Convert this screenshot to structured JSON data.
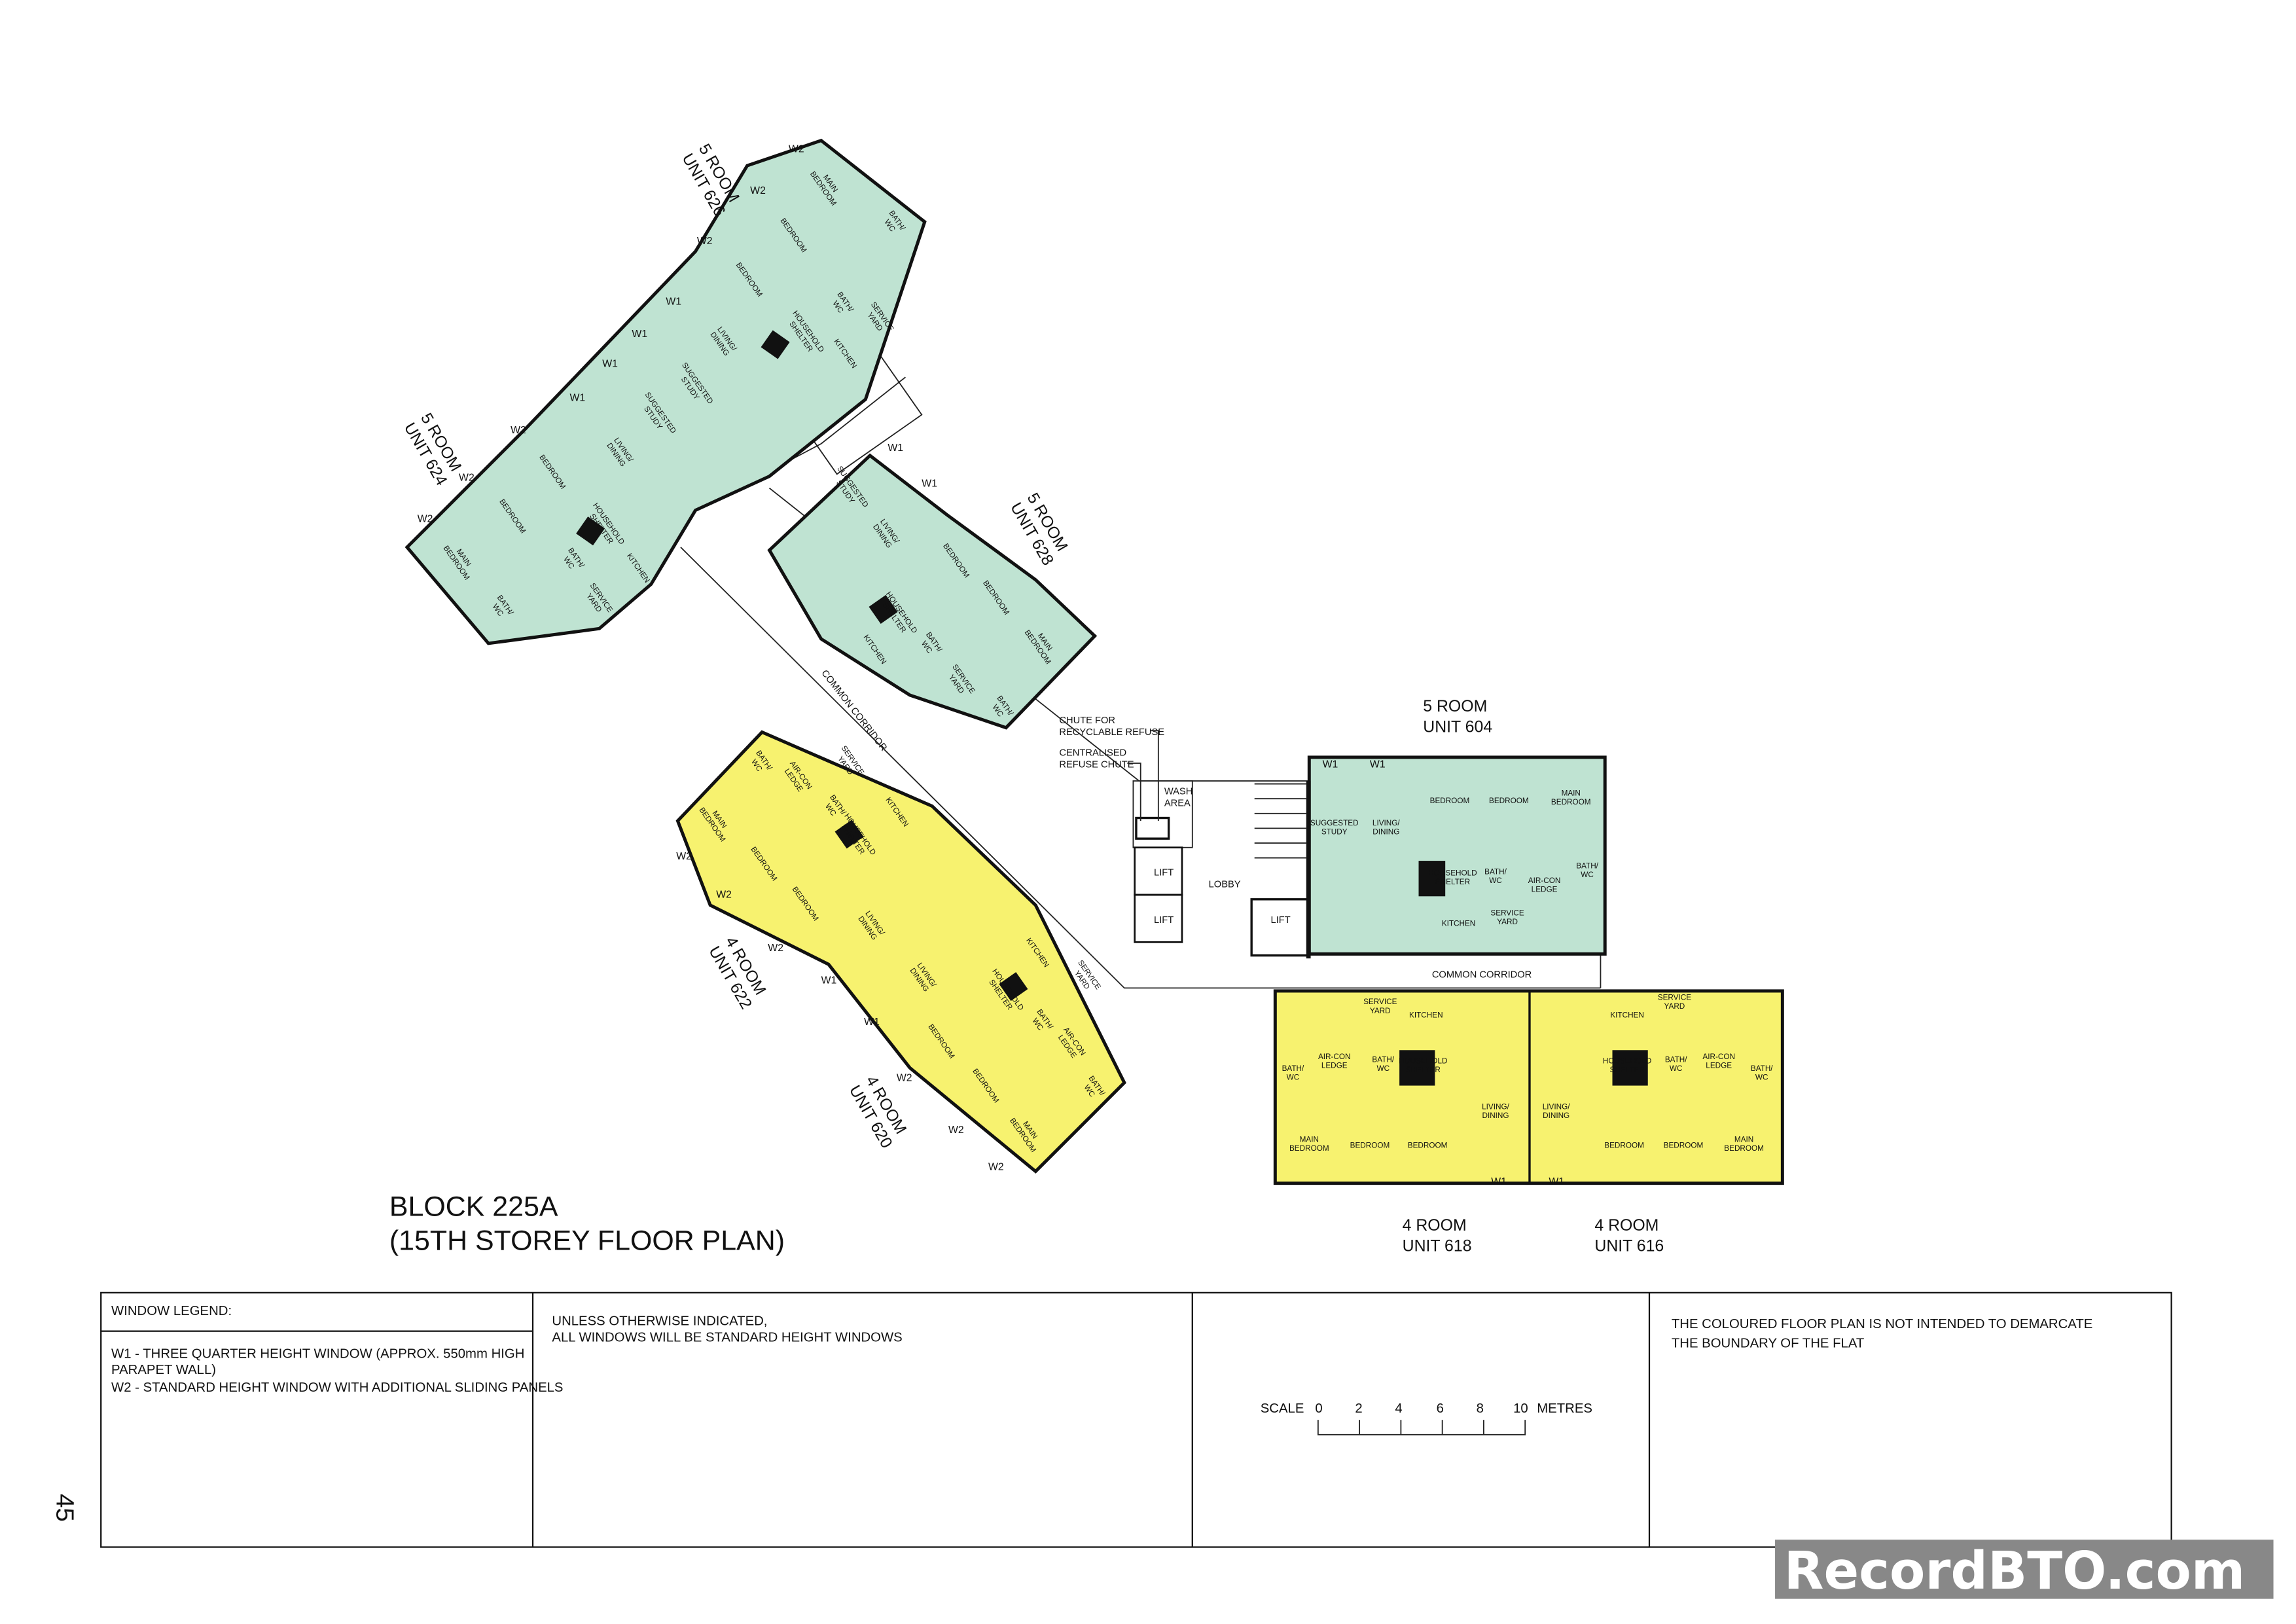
{
  "title": {
    "line1": "BLOCK 225A",
    "line2": "(15TH STOREY FLOOR PLAN)"
  },
  "page_number": "45",
  "colors": {
    "five_room": "#bfe3d2",
    "four_room": "#f7f26f",
    "watermark_bg": "#888888"
  },
  "window_codes": {
    "w1": "W1",
    "w2": "W2"
  },
  "units": {
    "u626": {
      "type": "5 ROOM",
      "unit": "UNIT 626",
      "rooms": [
        "MAIN BEDROOM",
        "BEDROOM",
        "BEDROOM",
        "LIVING/ DINING",
        "SUGGESTED STUDY",
        "KITCHEN",
        "HOUSEHOLD SHELTER",
        "BATH/ WC",
        "BATH/ WC",
        "SERVICE YARD"
      ]
    },
    "u624": {
      "type": "5 ROOM",
      "unit": "UNIT 624",
      "rooms": [
        "SUGGESTED STUDY",
        "LIVING/ DINING",
        "BEDROOM",
        "BEDROOM",
        "MAIN BEDROOM",
        "HOUSEHOLD SHELTER",
        "KITCHEN",
        "BATH/ WC",
        "BATH/ WC",
        "SERVICE YARD"
      ]
    },
    "u628": {
      "type": "5 ROOM",
      "unit": "UNIT 628",
      "rooms": [
        "SUGGESTED STUDY",
        "LIVING/ DINING",
        "BEDROOM",
        "BEDROOM",
        "MAIN BEDROOM",
        "HOUSEHOLD SHELTER",
        "KITCHEN",
        "BATH/ WC",
        "BATH/ WC",
        "SERVICE YARD"
      ]
    },
    "u622": {
      "type": "4 ROOM",
      "unit": "UNIT 622",
      "rooms": [
        "MAIN BEDROOM",
        "BEDROOM",
        "BEDROOM",
        "LIVING/ DINING",
        "KITCHEN",
        "HOUSEHOLD SHELTER",
        "BATH/ WC",
        "BATH/ WC",
        "SERVICE YARD",
        "AIR-CON LEDGE"
      ]
    },
    "u620": {
      "type": "4 ROOM",
      "unit": "UNIT 620",
      "rooms": [
        "LIVING/ DINING",
        "KITCHEN",
        "HOUSEHOLD SHELTER",
        "BEDROOM",
        "BEDROOM",
        "MAIN BEDROOM",
        "BATH/ WC",
        "BATH/ WC",
        "SERVICE YARD",
        "AIR-CON LEDGE"
      ]
    },
    "u604": {
      "type": "5 ROOM",
      "unit": "UNIT 604",
      "rooms": [
        "SUGGESTED STUDY",
        "LIVING/ DINING",
        "BEDROOM",
        "BEDROOM",
        "MAIN BEDROOM",
        "HOUSEHOLD SHELTER",
        "BATH/ WC",
        "AIR-CON LEDGE",
        "BATH/ WC",
        "KITCHEN",
        "SERVICE YARD"
      ]
    },
    "u618": {
      "type": "4 ROOM",
      "unit": "UNIT 618",
      "rooms": [
        "SERVICE YARD",
        "KITCHEN",
        "AIR-CON LEDGE",
        "BATH/ WC",
        "HOUSEHOLD SHELTER",
        "BATH/ WC",
        "LIVING/ DINING",
        "MAIN BEDROOM",
        "BEDROOM",
        "BEDROOM"
      ]
    },
    "u616": {
      "type": "4 ROOM",
      "unit": "UNIT 616",
      "rooms": [
        "LIVING/ DINING",
        "KITCHEN",
        "SERVICE YARD",
        "HOUSEHOLD SHELTER",
        "BATH/ WC",
        "AIR-CON LEDGE",
        "BATH/ WC",
        "BEDROOM",
        "BEDROOM",
        "MAIN BEDROOM"
      ]
    }
  },
  "common": {
    "corridor": "COMMON CORRIDOR",
    "lobby": "LOBBY",
    "lift": "LIFT",
    "wash_area": [
      "WASH",
      "AREA"
    ],
    "chute_recyclable": [
      "CHUTE FOR",
      "RECYCLABLE REFUSE"
    ],
    "chute_central": [
      "CENTRALISED",
      "REFUSE CHUTE"
    ]
  },
  "legend": {
    "heading": "WINDOW LEGEND:",
    "w1_line1": "W1 -  THREE QUARTER HEIGHT WINDOW (APPROX. 550mm HIGH",
    "w1_line2": "PARAPET WALL)",
    "w2": "W2 - STANDARD HEIGHT WINDOW WITH ADDITIONAL SLIDING PANELS",
    "note_line1": "UNLESS OTHERWISE INDICATED,",
    "note_line2": "ALL WINDOWS WILL BE STANDARD HEIGHT WINDOWS",
    "disclaimer_line1": "THE COLOURED FLOOR PLAN IS NOT INTENDED TO DEMARCATE",
    "disclaimer_line2": "THE BOUNDARY OF THE FLAT"
  },
  "scale": {
    "label": "SCALE",
    "ticks": [
      "0",
      "2",
      "4",
      "6",
      "8",
      "10"
    ],
    "unit": "METRES"
  },
  "watermark": "RecordBTO.com"
}
